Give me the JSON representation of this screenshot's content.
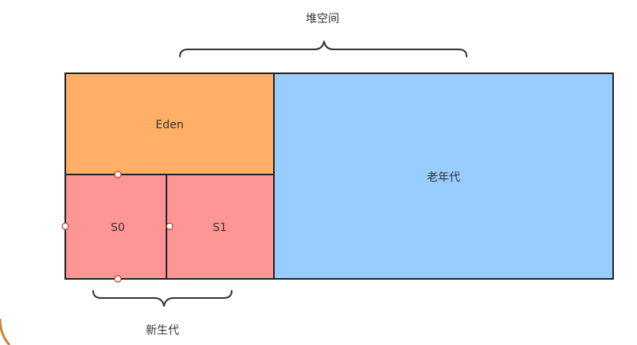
{
  "labels": {
    "heap": "堆空间",
    "eden": "Eden",
    "s0": "S0",
    "s1": "S1",
    "old_gen": "老年代",
    "young_gen": "新生代"
  },
  "colors": {
    "eden": "#FFB066",
    "survivor": "#FF9696",
    "old_gen": "#99CCFF",
    "border": "#222222",
    "corner_accent": "#C8843A"
  }
}
